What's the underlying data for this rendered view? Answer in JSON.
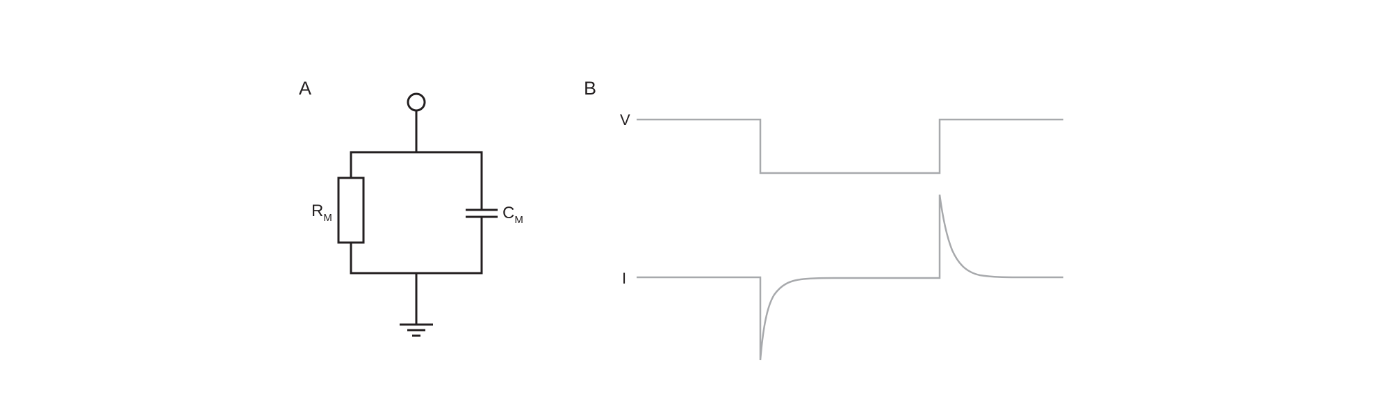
{
  "panel_a": {
    "label": "A",
    "resistor": {
      "symbol": "R",
      "subscript": "M"
    },
    "capacitor": {
      "symbol": "C",
      "subscript": "M"
    }
  },
  "panel_b": {
    "label": "B",
    "voltage_trace": {
      "label": "V"
    },
    "current_trace": {
      "label": "I"
    }
  },
  "colors": {
    "circuit": "#231f20",
    "trace": "#a7a9ac",
    "text": "#231f20"
  }
}
